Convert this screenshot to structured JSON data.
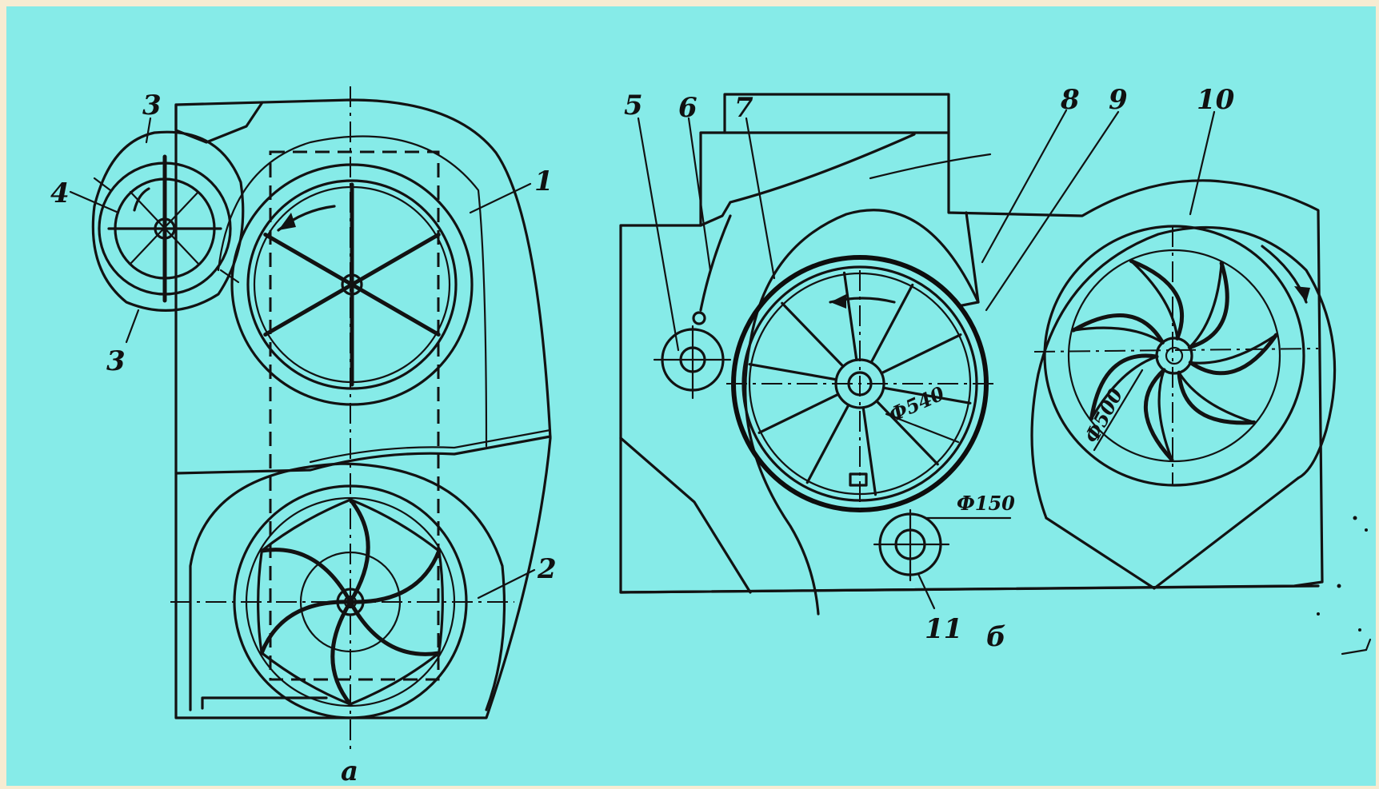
{
  "diagram": {
    "view_a": {
      "caption": "а",
      "part_labels": [
        "1",
        "2",
        "3",
        "3",
        "4"
      ]
    },
    "view_b": {
      "caption": "б",
      "part_labels": [
        "5",
        "6",
        "7",
        "8",
        "9",
        "10",
        "11"
      ],
      "dimensions": [
        "Ф540",
        "Ф500",
        "Ф150"
      ]
    }
  },
  "colors": {
    "background": "#86ebe8",
    "border": "#f7ecd2",
    "line": "#121212"
  }
}
